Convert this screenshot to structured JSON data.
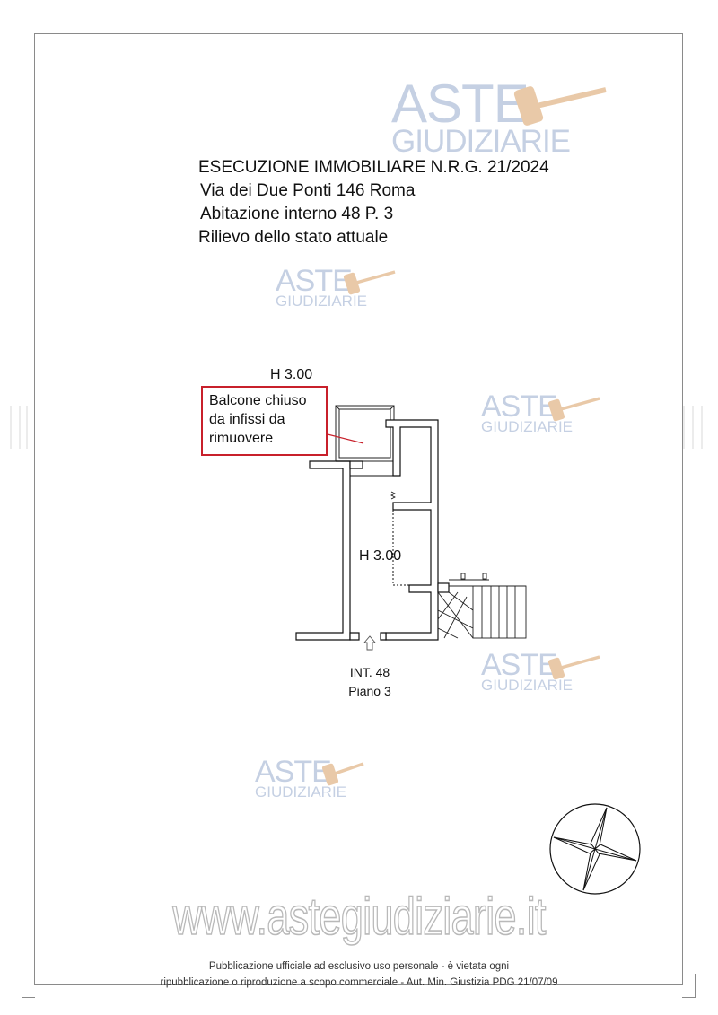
{
  "header": {
    "line1": "ESECUZIONE IMMOBILIARE N.R.G. 21/2024",
    "line2": "Via dei Due Ponti 146 Roma",
    "line3": "Abitazione interno 48 P. 3",
    "line4": "Rilievo dello stato attuale"
  },
  "watermark": {
    "aste": "ASTE",
    "giudiziarie": "GIUDIZIARIE"
  },
  "annotation": {
    "line1": "Balcone chiuso",
    "line2": "da infissi da",
    "line3": "rimuovere"
  },
  "plan": {
    "height_top": "H 3.00",
    "height_main": "H 3.00",
    "unit_label": "INT. 48",
    "floor_label": "Piano 3"
  },
  "footer": {
    "website": "www.astegiudiziarie.it",
    "disclaimer_line1": "Pubblicazione ufficiale ad esclusivo uso personale - è vietata ogni",
    "disclaimer_line2": "ripubblicazione o riproduzione a scopo commerciale - Aut. Min. Giustizia PDG 21/07/09"
  },
  "colors": {
    "frame": "#8a8a8a",
    "annotation_border": "#c8202b",
    "watermark_blue": "#c5d0e3",
    "watermark_gavel": "#e9c9a8"
  }
}
